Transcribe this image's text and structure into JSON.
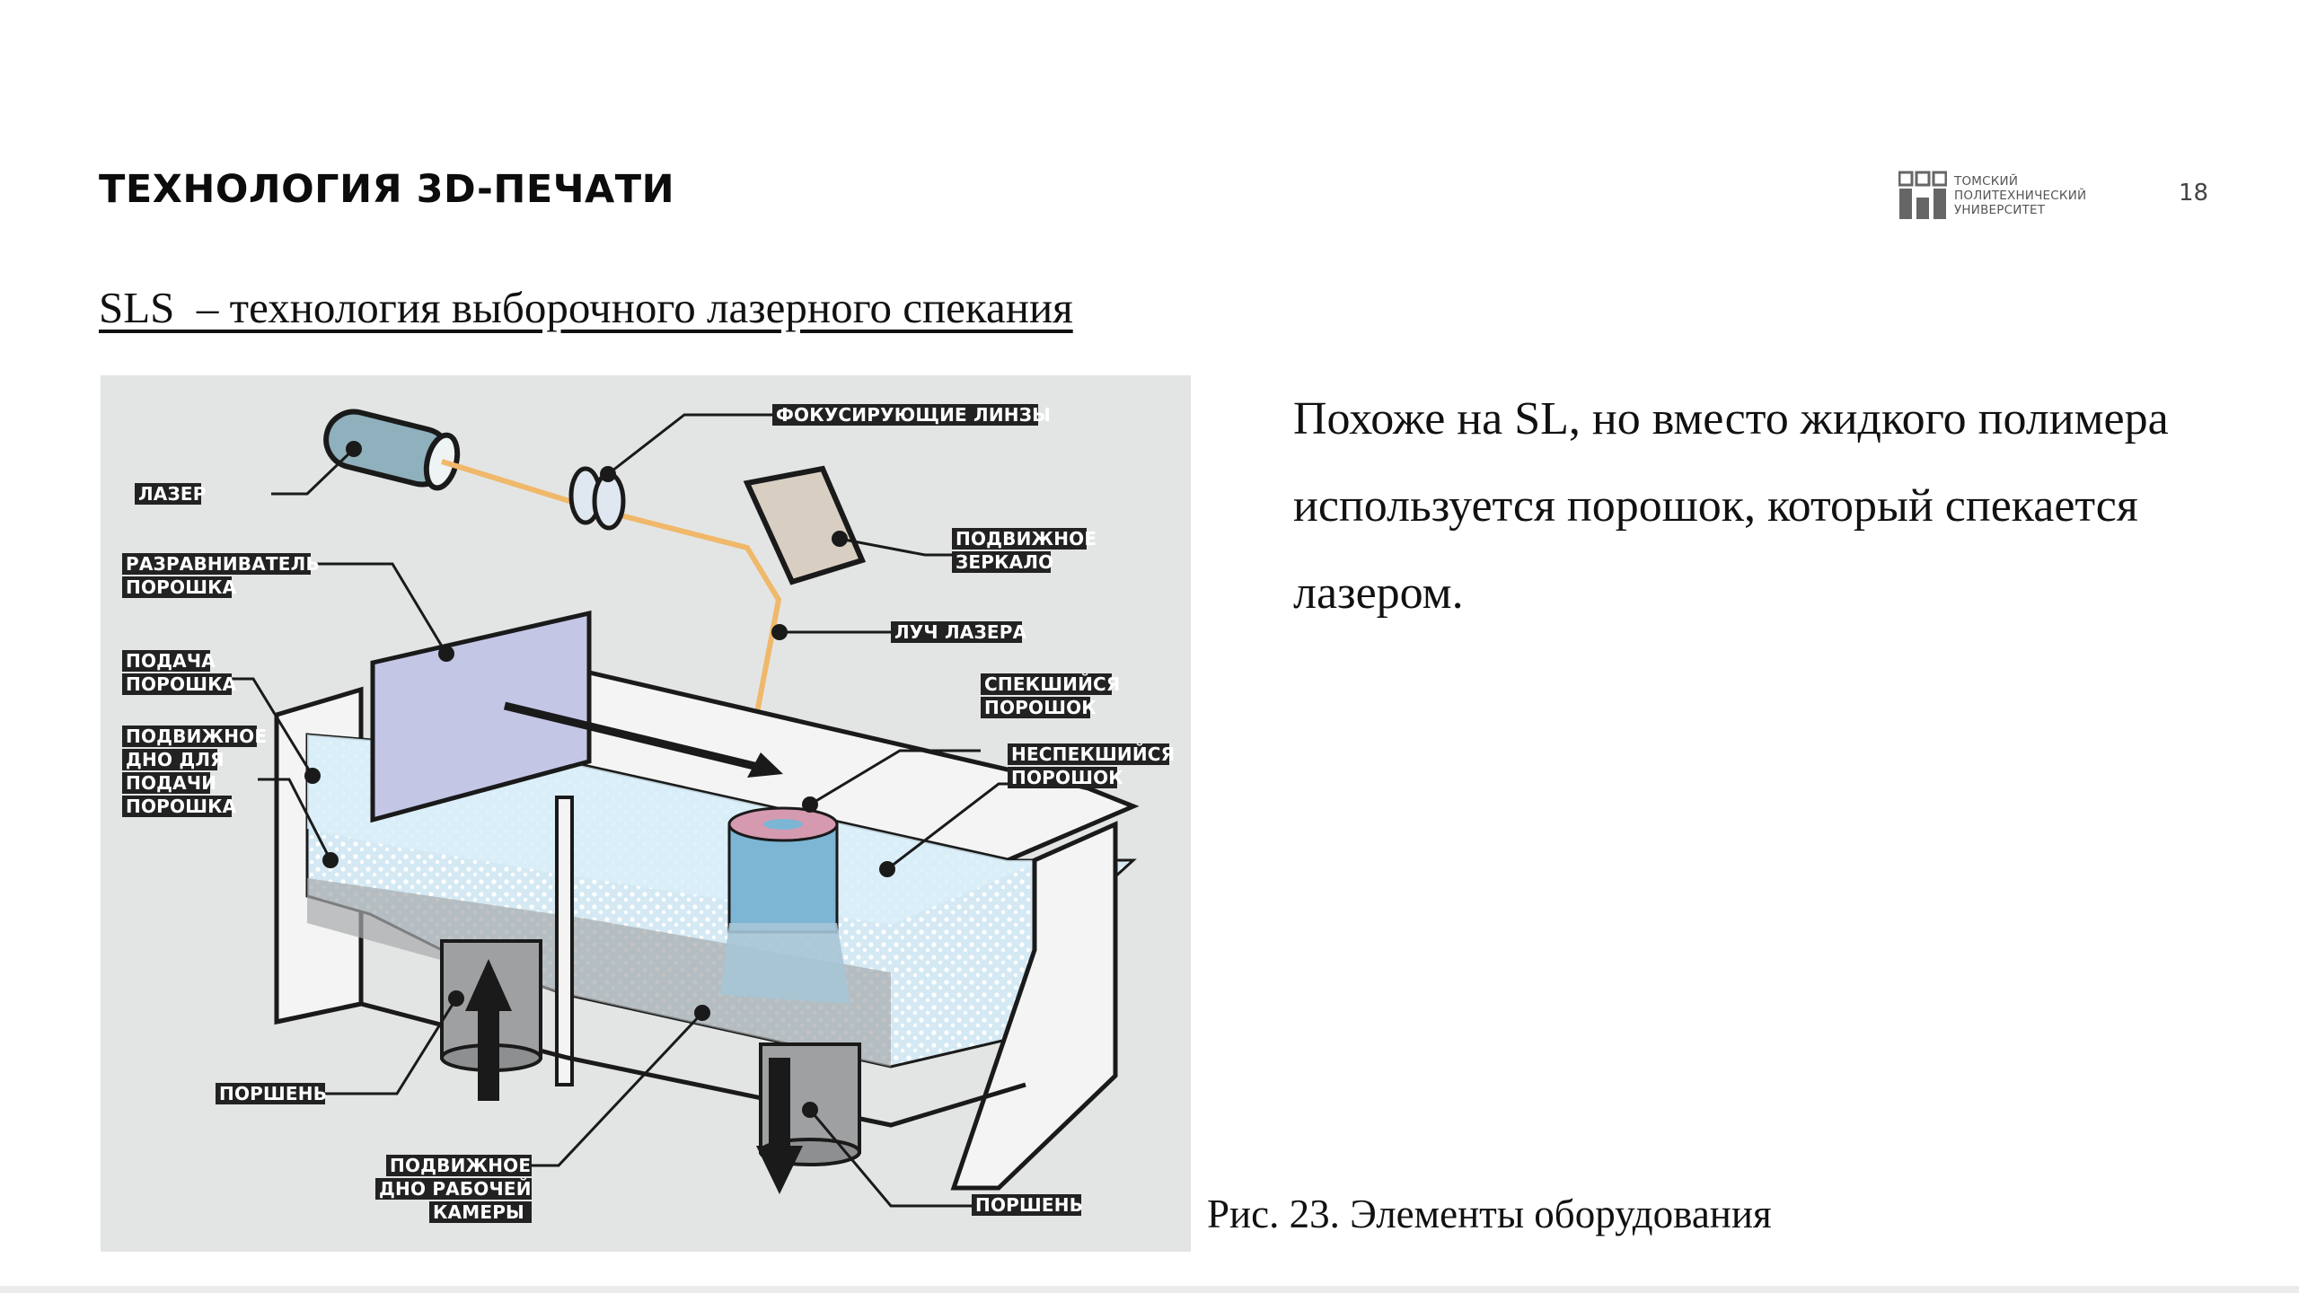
{
  "slide": {
    "title": "ТЕХНОЛОГИЯ 3D-ПЕЧАТИ",
    "page_number": "18",
    "subtitle": "SLS  – технология выборочного лазерного спекания",
    "description": "Похоже на SL, но вместо жидкого полимера используется порошок, который спекается лазером.",
    "caption": "Рис. 23. Элементы оборудования"
  },
  "logo": {
    "lines": [
      "ТОМСКИЙ",
      "ПОЛИТЕХНИЧЕСКИЙ",
      "УНИВЕРСИТЕТ"
    ],
    "icon": "tpu-logo-icon"
  },
  "figure": {
    "labels": {
      "focusing_lenses": "ФОКУСИРУЮЩИЕ ЛИНЗЫ",
      "laser": "ЛАЗЕР",
      "leveler_1": "РАЗРАВНИВАТЕЛЬ",
      "leveler_2": "ПОРОШКА",
      "mirror_1": "ПОДВИЖНОЕ",
      "mirror_2": "ЗЕРКАЛО",
      "laser_beam": "ЛУЧ ЛАЗЕРА",
      "powder_feed_1": "ПОДАЧА",
      "powder_feed_2": "ПОРОШКА",
      "sintered_1": "СПЕКШИЙСЯ",
      "sintered_2": "ПОРОШОК",
      "feed_bottom_1": "ПОДВИЖНОЕ",
      "feed_bottom_2": "ДНО ДЛЯ",
      "feed_bottom_3": "ПОДАЧИ",
      "feed_bottom_4": "ПОРОШКА",
      "unsintered_1": "НЕСПЕКШИЙСЯ",
      "unsintered_2": "ПОРОШОК",
      "piston_left": "ПОРШЕНЬ",
      "chamber_bottom_1": "ПОДВИЖНОЕ",
      "chamber_bottom_2": "ДНО РАБОЧЕЙ",
      "chamber_bottom_3": "КАМЕРЫ",
      "piston_right": "ПОРШЕНЬ"
    }
  },
  "colors": {
    "figure_bg": "#e3e5e5",
    "laser_tube": "#8fb0bd",
    "beam": "#f0b86a",
    "powder": "#cfe6f2",
    "leveler": "#c4c6e6",
    "mirror": "#d8cfc2"
  }
}
